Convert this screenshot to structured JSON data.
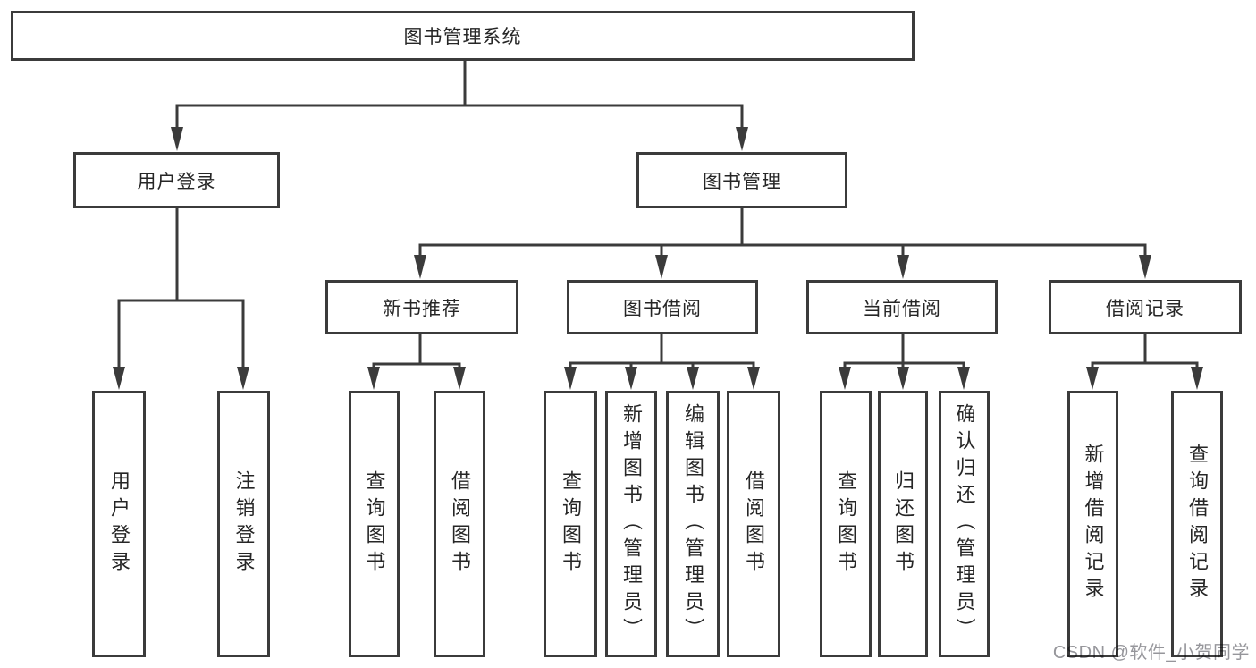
{
  "diagram_type": "functional-structure-tree",
  "tree": {
    "root": "图书管理系统",
    "branches": [
      {
        "label": "用户登录",
        "children": [
          {
            "label": "用户登录"
          },
          {
            "label": "注销登录"
          }
        ]
      },
      {
        "label": "图书管理",
        "children": [
          {
            "label": "新书推荐",
            "children": [
              {
                "label": "查询图书"
              },
              {
                "label": "借阅图书"
              }
            ]
          },
          {
            "label": "图书借阅",
            "children": [
              {
                "label": "查询图书"
              },
              {
                "label": "新增图书（管理员）"
              },
              {
                "label": "编辑图书（管理员）"
              },
              {
                "label": "借阅图书"
              }
            ]
          },
          {
            "label": "当前借阅",
            "children": [
              {
                "label": "查询图书"
              },
              {
                "label": "归还图书"
              },
              {
                "label": "确认归还（管理员）"
              }
            ]
          },
          {
            "label": "借阅记录",
            "children": [
              {
                "label": "新增借阅记录"
              },
              {
                "label": "查询借阅记录"
              }
            ]
          }
        ]
      }
    ]
  },
  "watermark": "CSDN @软件_小贺同学",
  "colors": {
    "line": "#3b3b3b",
    "box_border": "#3b3b3b",
    "text": "#262626",
    "watermark": "#96969b",
    "background": "#ffffff"
  }
}
